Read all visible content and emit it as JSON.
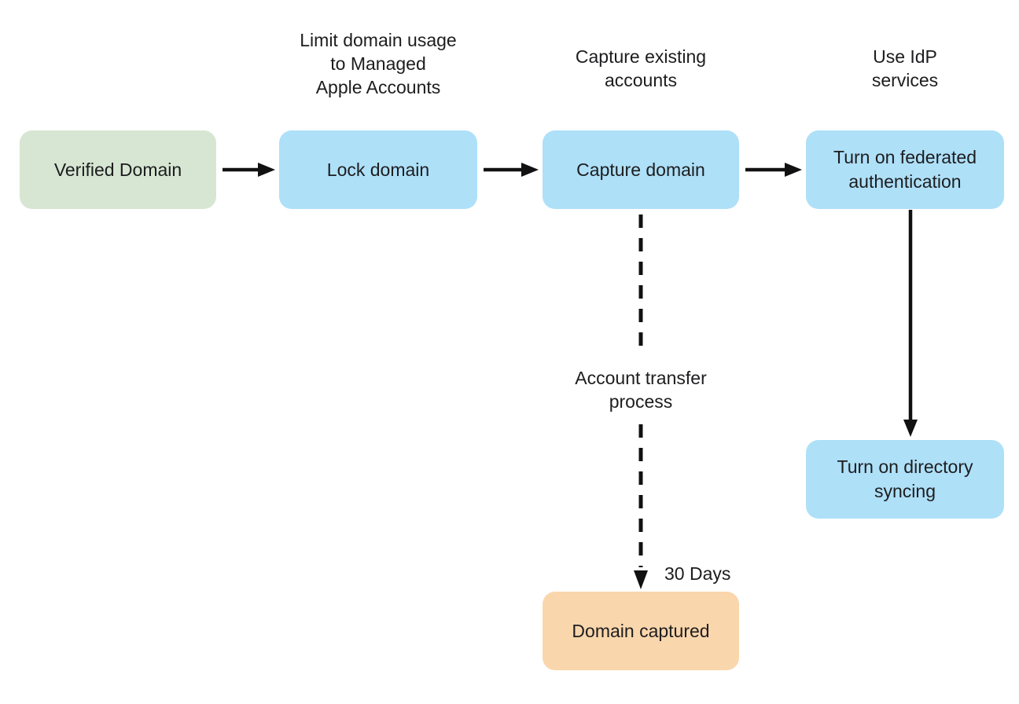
{
  "diagram": {
    "background": "#ffffff",
    "text_color": "#1d1d1f",
    "arrow_color": "#111111",
    "nodes": {
      "verified_domain": {
        "label": "Verified Domain",
        "fill": "#d6e6d2"
      },
      "lock_domain": {
        "label": "Lock domain",
        "fill": "#aee0f8"
      },
      "capture_domain": {
        "label": "Capture domain",
        "fill": "#aee0f8"
      },
      "federated_auth": {
        "label": "Turn on federated\nauthentication",
        "fill": "#aee0f8"
      },
      "directory_syncing": {
        "label": "Turn on directory\nsyncing",
        "fill": "#aee0f8"
      },
      "domain_captured": {
        "label": "Domain captured",
        "fill": "#fad6ac"
      }
    },
    "annotations": {
      "lock_domain_note": "Limit domain usage\nto Managed\nApple Accounts",
      "capture_domain_note": "Capture existing\naccounts",
      "federated_auth_note": "Use IdP\nservices",
      "transfer_process_note": "Account transfer\nprocess",
      "duration_note": "30 Days"
    }
  }
}
